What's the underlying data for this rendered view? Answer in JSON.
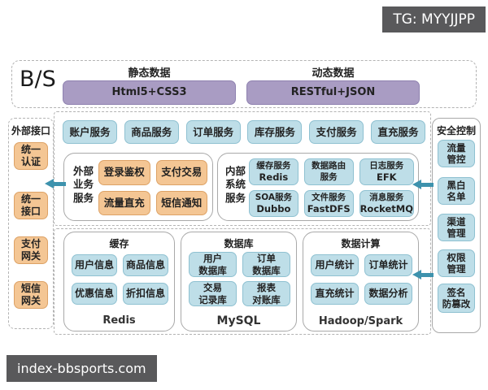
{
  "colors": {
    "badge_bg": "#59595b",
    "blue_fill": "#bedee8",
    "blue_border": "#8fc1d1",
    "orange_fill": "#f4c694",
    "orange_border": "#dda266",
    "purple_fill": "#a99cc3",
    "purple_border": "#8f82b0",
    "arrow_teal": "#3d92ad",
    "group_border": "#a9a9a9",
    "dashed_border": "#b3b3b3"
  },
  "badges": {
    "tg": "TG: MYYJJPP",
    "site": "index-bbsports.com"
  },
  "top_section": {
    "bs": "B/S",
    "static_title": "静态数据",
    "static_box": "Html5+CSS3",
    "dynamic_title": "动态数据",
    "dynamic_box": "RESTful+JSON"
  },
  "left_column": {
    "title": "外部接口",
    "items": [
      {
        "l1": "统一",
        "l2": "认证"
      },
      {
        "l1": "统一",
        "l2": "接口"
      },
      {
        "l1": "支付",
        "l2": "网关"
      },
      {
        "l1": "短信",
        "l2": "网关"
      }
    ]
  },
  "service_row": {
    "items": [
      "账户服务",
      "商品服务",
      "订单服务",
      "库存服务",
      "支付服务",
      "直充服务"
    ]
  },
  "external_group": {
    "label": "外部业务服务",
    "items": [
      "登录鉴权",
      "支付交易",
      "流量直充",
      "短信通知"
    ]
  },
  "internal_group": {
    "label": "内部系统服务",
    "items": [
      {
        "l1": "缓存服务",
        "l2": "Redis"
      },
      {
        "l1": "数据路由",
        "l2": "服务"
      },
      {
        "l1": "日志服务",
        "l2": "EFK"
      },
      {
        "l1": "SOA服务",
        "l2": "Dubbo"
      },
      {
        "l1": "文件服务",
        "l2": "FastDFS"
      },
      {
        "l1": "消息服务",
        "l2": "RocketMQ"
      }
    ]
  },
  "cache_group": {
    "title": "缓存",
    "items": [
      "用户信息",
      "商品信息",
      "优惠信息",
      "折扣信息"
    ],
    "footer": "Redis"
  },
  "db_group": {
    "title": "数据库",
    "items": [
      {
        "l1": "用户",
        "l2": "数据库"
      },
      {
        "l1": "订单",
        "l2": "数据库"
      },
      {
        "l1": "交易",
        "l2": "记录库"
      },
      {
        "l1": "报表",
        "l2": "对账库"
      }
    ],
    "footer": "MySQL"
  },
  "calc_group": {
    "title": "数据计算",
    "items": [
      "用户统计",
      "订单统计",
      "直充统计",
      "数据分析"
    ],
    "footer": "Hadoop/Spark"
  },
  "right_column": {
    "title": "安全控制",
    "items": [
      {
        "l1": "流量",
        "l2": "管控"
      },
      {
        "l1": "黑白",
        "l2": "名单"
      },
      {
        "l1": "渠道",
        "l2": "管理"
      },
      {
        "l1": "权限",
        "l2": "管理"
      },
      {
        "l1": "签名",
        "l2": "防篡改"
      }
    ]
  }
}
